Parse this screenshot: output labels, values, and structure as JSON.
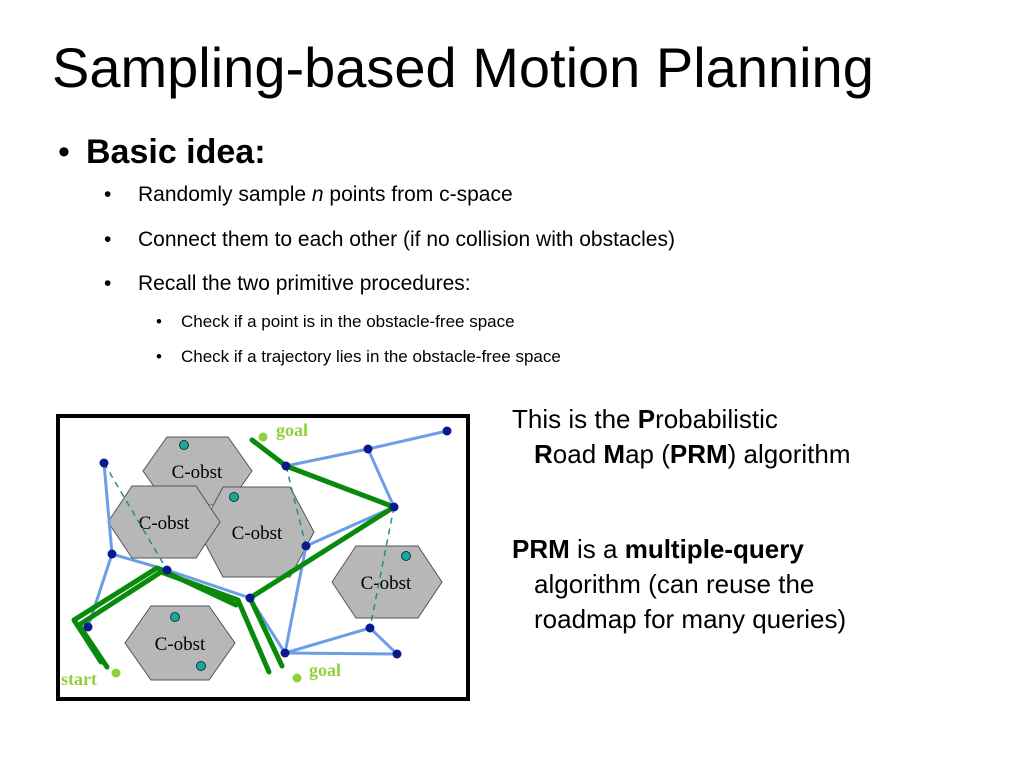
{
  "slide": {
    "title": "Sampling-based Motion Planning",
    "bullets": {
      "main": "Basic idea:",
      "sub1_pre": "Randomly sample ",
      "sub1_var": "n",
      "sub1_post": " points from c-space",
      "sub2": "Connect them to each other (if no collision with obstacles)",
      "sub3": "Recall the two primitive procedures:",
      "subsub1": "Check if a point is in the obstacle-free space",
      "subsub2": "Check if a trajectory lies in the obstacle-free space"
    },
    "diagram": {
      "obstacle_label": "C-obst",
      "start_label": "start",
      "goal_label": "goal",
      "colors": {
        "obstacle_fill": "#b7b7b7",
        "roadmap_edge": "#6c9ee8",
        "path": "#0a8a0a",
        "node": "#0a1a8c",
        "inner_point": "#1fa59a",
        "marker": "#8ed13a",
        "dashed": "#1f8f8a"
      }
    },
    "right": {
      "p1_a": "This is the ",
      "p1_b": "P",
      "p1_c": "robabilistic",
      "p1_d": "R",
      "p1_e": "oad ",
      "p1_f": "M",
      "p1_g": "ap (",
      "p1_h": "PRM",
      "p1_i": ") algorithm",
      "p2_a": "PRM",
      "p2_b": " is a ",
      "p2_c": "multiple-query",
      "p2_d": "algorithm (can reuse the",
      "p2_e": "roadmap for many queries)"
    }
  }
}
